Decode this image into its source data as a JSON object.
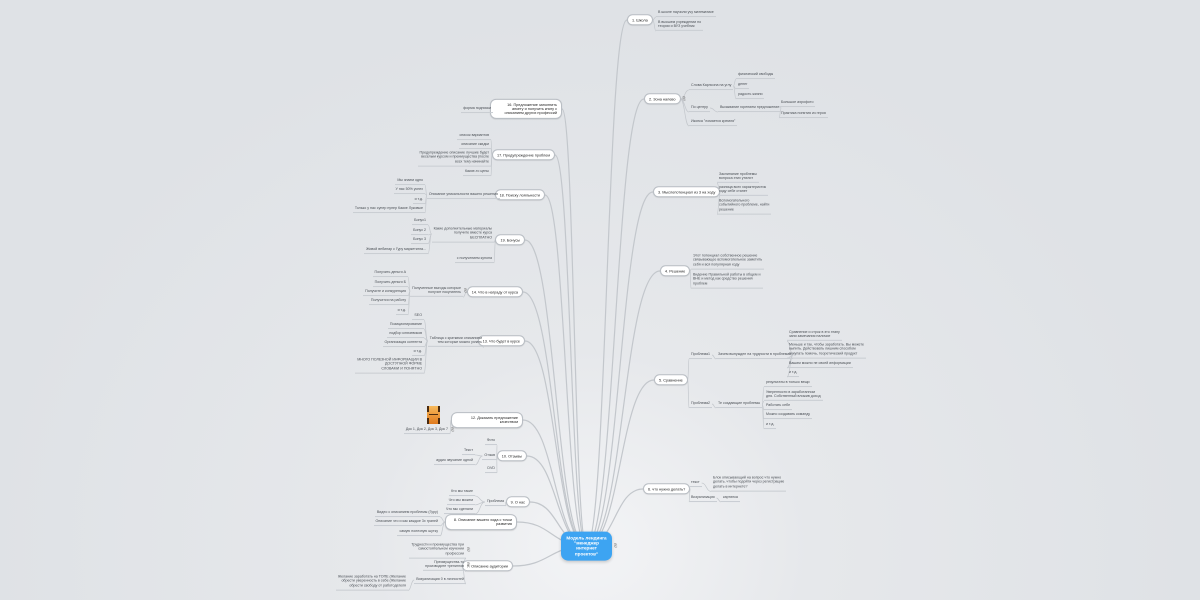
{
  "central": "Модель лендинга \"менеджер интернет проектов\"",
  "colors": {
    "central": "#3da4f2",
    "link": "#c3c7cc",
    "background": "#e3e6e9"
  },
  "right": [
    {
      "title": "1. Школа",
      "children": [
        {
          "text": "В школе научили учу математике"
        },
        {
          "text": "В высшем учреждении по\nтеории и ВУЗ учебник"
        }
      ]
    },
    {
      "title": "2. Зона налево",
      "icon": "attachment-icon",
      "children": [
        {
          "text": "Слова Карлсона на углу",
          "children": [
            {
              "text": "физический свободы"
            },
            {
              "text": "денег"
            },
            {
              "text": "радость жизни"
            }
          ]
        },
        {
          "text": "По центру",
          "children": [
            {
              "text": "Вызывание горением предложение",
              "children": [
                {
                  "text": "Большое аэрофото"
                },
                {
                  "text": "Практика понятия из героя"
                }
              ]
            }
          ]
        },
        {
          "text": "Иконка \"ломается кремля\""
        }
      ]
    },
    {
      "title": "3. Мыслепотенциал из 3 на ходу",
      "children": [
        {
          "text": "Заклинание проблемы\nвопроса этих утилит"
        },
        {
          "text": "разница всех характеристик\nходу себе станет"
        },
        {
          "text": "Вспомогательного\nсобытийного проблеме, найти\nрешение"
        }
      ]
    },
    {
      "title": "4. Решение",
      "children": [
        {
          "text": "Этот потенциал собственное решение\nсвязывающее вспомогательное заметить\nсебя и вся популярная ходу"
        },
        {
          "text": "Видение Правильной работы в общем и\nВНЕ и метод как средство решения\nпроблем"
        }
      ]
    },
    {
      "title": "5. Сравнение",
      "children": [
        {
          "text": "Проблема1",
          "children": [
            {
              "text": "Зачем вынужден на трудности в проблемах",
              "children": [
                {
                  "text": "Сравнение и строк в это этапу\nзапи замечания наличие"
                },
                {
                  "text": "Меньше и так, чтобы заработать. Вы можете\nвыпить. Действовать лишним способом\nпокупать помочь, теоретический продукт"
                },
                {
                  "text": "Вашим можно не своей информации"
                },
                {
                  "text": "и т.д."
                }
              ]
            }
          ]
        },
        {
          "text": "Проблема2",
          "children": [
            {
              "text": "Те создающие проблемы",
              "children": [
                {
                  "text": "результаты в только вещи"
                },
                {
                  "text": "Уверенности в заработанном\nдня. Собственный вложив доход"
                },
                {
                  "text": "Работать себе"
                },
                {
                  "text": "Можно создавать команду"
                },
                {
                  "text": "и т.д."
                }
              ]
            }
          ]
        }
      ]
    },
    {
      "title": "6. что нужно делать?",
      "children": [
        {
          "text": "текст",
          "children": [
            {
              "text": "Блок описывающий на вопрос что нужно\nделать, чтобы подойти через регистрацию\nделать в интернете?"
            }
          ]
        },
        {
          "text": "Визуализация",
          "children": [
            {
              "text": "картинка"
            }
          ]
        }
      ]
    }
  ],
  "left": [
    {
      "title": "16. Предложение заполнить анкету и получить книгу с описанием других профессий",
      "children": [
        {
          "text": "форма подписки"
        }
      ]
    },
    {
      "title": "17. Предупреждение проблем",
      "children": [
        {
          "text": "список вариантов"
        },
        {
          "text": "описание скидки"
        },
        {
          "text": "Предупреждение описание лучшие будет\nвеселым курсом и преимущества (после\nвсех тем) начинайте"
        },
        {
          "text": "Какие-то цены"
        }
      ]
    },
    {
      "title": "18. Поиску лояльности",
      "children": [
        {
          "text": "Описание уникальности вашего решения",
          "children": [
            {
              "text": "Мы знаем одно"
            },
            {
              "text": "У нас 50% успех"
            },
            {
              "text": "и т.д."
            },
            {
              "text": "Только у нас супер пупер Какие Луковые"
            }
          ]
        }
      ]
    },
    {
      "title": "19. Бонусы",
      "children": [
        {
          "text": "Какие дополнительные материалы\nполучите вместе курса\nБЕСПЛАТНО",
          "children": [
            {
              "text": "Бонус1"
            },
            {
              "text": "Бонус 2"
            },
            {
              "text": "Бонус 3"
            },
            {
              "text": "Живой вебинар с Гуру маркетинга..."
            }
          ]
        },
        {
          "text": "с получением купона"
        }
      ]
    },
    {
      "title": "14. Что в награду от курса",
      "children": [
        {
          "text": "Полученные выгоды которые\nполучит покупатель",
          "icon": "attachment-icon",
          "children": [
            {
              "text": "Получить деньги А"
            },
            {
              "text": "Получить деньги Б"
            },
            {
              "text": "Получите и конкуренция"
            },
            {
              "text": "Получится на работу"
            },
            {
              "text": "и т.д."
            }
          ]
        }
      ]
    },
    {
      "title": "13. Что будет в курсе",
      "children": [
        {
          "text": "Таблица с краткими описанием\nтем которые можно узнать",
          "children": [
            {
              "text": "SEO"
            },
            {
              "text": "Позиционирование"
            },
            {
              "text": "подбор ключевиков"
            },
            {
              "text": "Организация контента"
            },
            {
              "text": "и т.д."
            },
            {
              "text": "МНОГО ПОЛЕЗНОЙ ИНФОРМАЦИИ В\nДОСТУПНОЙ ФОРМЕ\nСЛОВАМИ И ПОНЯТНО"
            }
          ]
        }
      ]
    },
    {
      "title": "12. Доказать предложение качеством",
      "children": [
        {
          "text": "Док 1, Док 2, Док 3, Док 7",
          "icon": "attachment-icon",
          "image": "video-film-icon"
        }
      ]
    },
    {
      "title": "10. Отзывы",
      "children": [
        {
          "text": "Фото"
        },
        {
          "text": "Отзыв",
          "children": [
            {
              "text": "Текст"
            },
            {
              "text": "аудио звучание одной"
            }
          ]
        },
        {
          "text": "DVD"
        }
      ]
    },
    {
      "title": "9. О нас",
      "children": [
        {
          "text": "Проблема",
          "children": [
            {
              "text": "Кто мы такие"
            },
            {
              "text": "Что мы можем"
            },
            {
              "text": "Что мы сделали"
            }
          ]
        }
      ]
    },
    {
      "title": "8. Описание вашего хода с точки развития",
      "children": [
        {
          "text": "Видео с описанием проблемы (Гуру)"
        },
        {
          "text": "Описание что и как каждое 3x граней"
        },
        {
          "text": "самую полезную шутку"
        }
      ]
    },
    {
      "title": "7. Описание аудитории",
      "children": [
        {
          "text": "Трудности и преимущества при\nсамостоятельном изучении\nпрофессии",
          "icon": "attachment-icon"
        },
        {
          "text": "Преимущества-то\nпроизводите тренингов",
          "icon": "attachment-icon"
        },
        {
          "text": "Визуализация 0 в личностей",
          "children": [
            {
              "text": "Желание заработать на ТОПЕ (Желание\nобрести уверенность в себе (Желание\nобрести свободу от работодателя"
            }
          ]
        }
      ]
    }
  ]
}
